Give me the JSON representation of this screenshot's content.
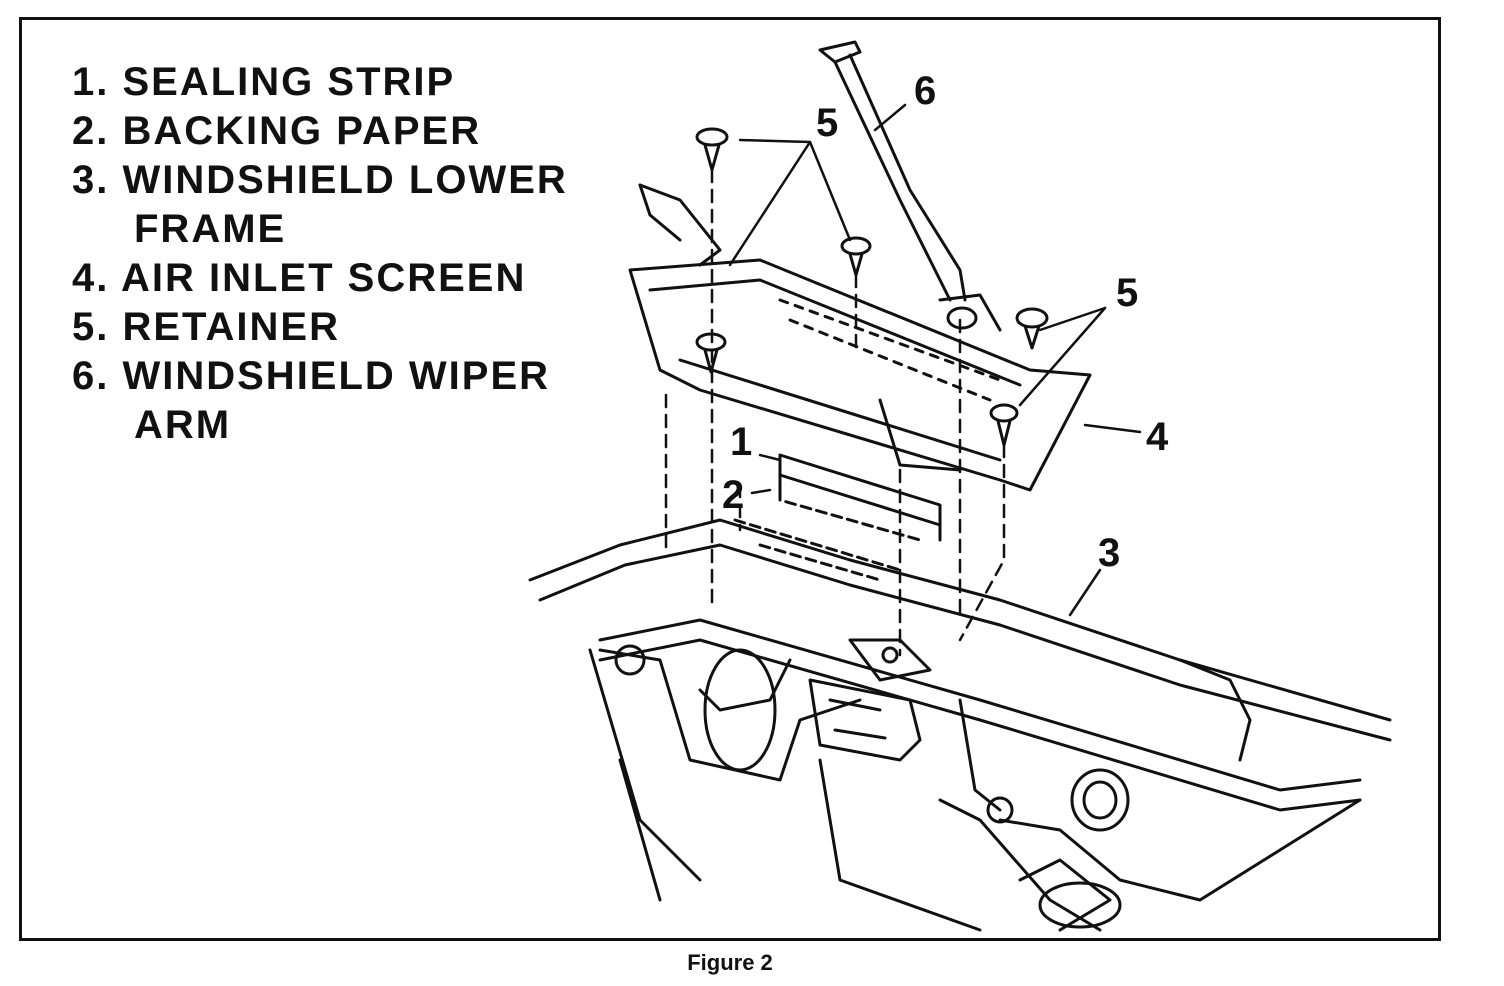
{
  "legend": {
    "items": [
      {
        "number": "1.",
        "text": "SEALING STRIP",
        "continuation": ""
      },
      {
        "number": "2.",
        "text": "BACKING PAPER",
        "continuation": ""
      },
      {
        "number": "3.",
        "text": "WINDSHIELD LOWER",
        "continuation": "FRAME"
      },
      {
        "number": "4.",
        "text": "AIR INLET SCREEN",
        "continuation": ""
      },
      {
        "number": "5.",
        "text": "RETAINER",
        "continuation": ""
      },
      {
        "number": "6.",
        "text": "WINDSHIELD WIPER",
        "continuation": "ARM"
      }
    ]
  },
  "callouts": {
    "c1": "1",
    "c2": "2",
    "c3": "3",
    "c4": "4",
    "c5a": "5",
    "c5b": "5",
    "c6": "6"
  },
  "caption": "Figure 2"
}
